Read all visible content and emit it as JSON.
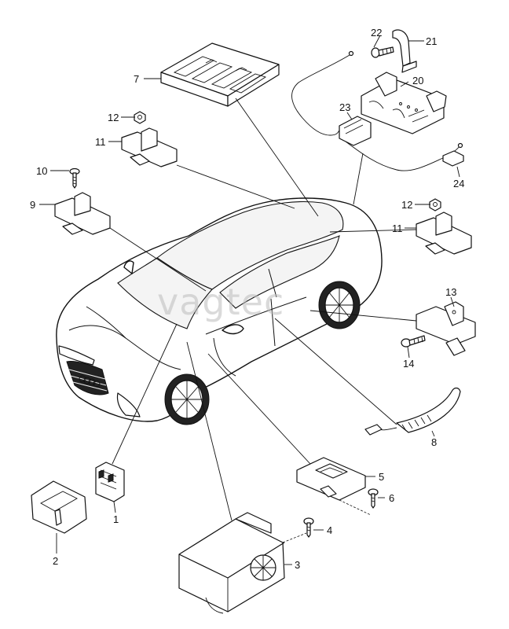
{
  "watermark": "vagtec",
  "callouts": {
    "c1": "1",
    "c2": "2",
    "c3": "3",
    "c4": "4",
    "c5": "5",
    "c6": "6",
    "c7": "7",
    "c8": "8",
    "c9": "9",
    "c10": "10",
    "c11a": "11",
    "c11b": "11",
    "c12a": "12",
    "c12b": "12",
    "c13": "13",
    "c14": "14",
    "c20": "20",
    "c21": "21",
    "c22": "22",
    "c23": "23",
    "c24": "24"
  }
}
